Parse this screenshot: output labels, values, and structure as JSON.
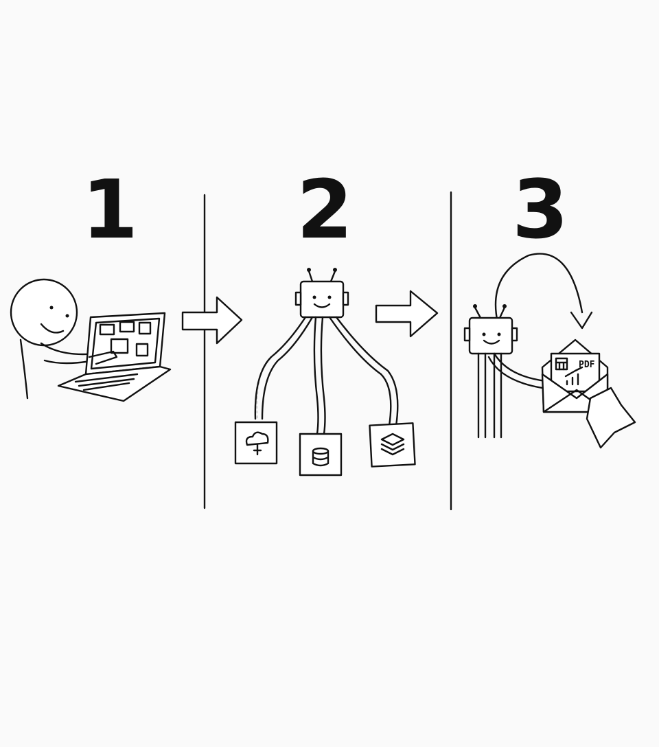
{
  "steps": [
    {
      "number": "1"
    },
    {
      "number": "2"
    },
    {
      "number": "3"
    }
  ],
  "document_label": "PDF",
  "colors": {
    "ink": "#111111",
    "background": "#fafafa"
  }
}
